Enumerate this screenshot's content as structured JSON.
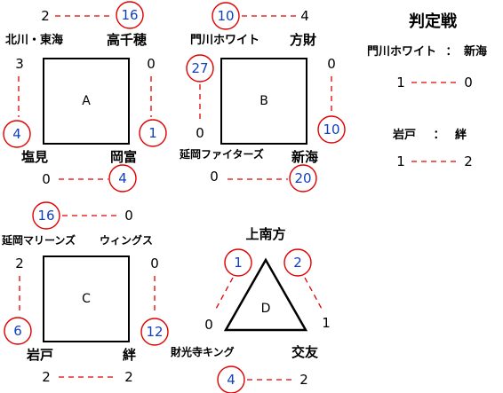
{
  "groups": [
    {
      "label": "A",
      "top_left_team": "北川・東海",
      "top_right_team": "高千穂",
      "bottom_left_team": "塩見",
      "bottom_right_team": "岡富",
      "top_left_score": "2",
      "top_right_score": "16",
      "left_top_score": "3",
      "left_bottom_score": "4",
      "right_top_score": "0",
      "right_bottom_score": "1",
      "bottom_left_score": "0",
      "bottom_right_score": "4"
    },
    {
      "label": "B",
      "top_left_team": "門川ホワイト",
      "top_right_team": "方財",
      "bottom_left_team": "延岡ファイターズ",
      "bottom_right_team": "新海",
      "top_left_score": "10",
      "top_right_score": "4",
      "left_top_score": "27",
      "left_bottom_score": "0",
      "right_top_score": "0",
      "right_bottom_score": "10",
      "bottom_left_score": "0",
      "bottom_right_score": "20"
    },
    {
      "label": "C",
      "top_left_team": "延岡マリーンズ",
      "top_right_team": "ウィングス",
      "bottom_left_team": "岩戸",
      "bottom_right_team": "絆",
      "top_left_score": "16",
      "top_right_score": "0",
      "left_top_score": "2",
      "left_bottom_score": "6",
      "right_top_score": "0",
      "right_bottom_score": "12",
      "bottom_left_score": "2",
      "bottom_right_score": "2"
    },
    {
      "label": "D",
      "top_team": "上南方",
      "bottom_left_team": "財光寺キング",
      "bottom_right_team": "交友",
      "left_top_score": "1",
      "left_bottom_score": "0",
      "right_top_score": "2",
      "right_bottom_score": "1",
      "bottom_left_score": "4",
      "bottom_right_score": "2"
    }
  ],
  "playoffs": {
    "title": "判定戦",
    "matches": [
      {
        "team1": "門川ホワイト",
        "separator": "：",
        "team2": "新海",
        "score1": "1",
        "score2": "0"
      },
      {
        "team1": "岩戸",
        "separator": "：",
        "team2": "絆",
        "score1": "1",
        "score2": "2"
      }
    ]
  },
  "colors": {
    "winner_circle": "#e00000",
    "winner_text": "#1040c0",
    "dash_line": "#e00000",
    "text": "#000000"
  }
}
